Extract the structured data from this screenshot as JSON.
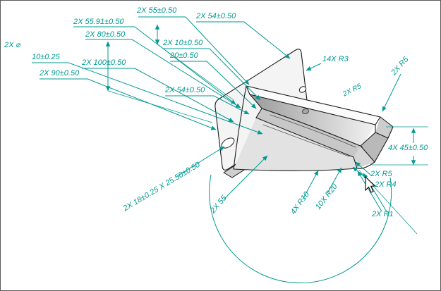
{
  "app": {
    "view_name": "cad-annotated-model-view"
  },
  "colors": {
    "annotation": "#009a90",
    "edge": "#1c1c1c"
  },
  "annotations": [
    {
      "id": "dim-55-top",
      "text": "2X 55±0.50"
    },
    {
      "id": "dim-54-top",
      "text": "2X 54±0.50"
    },
    {
      "id": "dim-5591",
      "text": "2X 55.91±0.50"
    },
    {
      "id": "dim-80",
      "text": "2X 80±0.50"
    },
    {
      "id": "dim-10-05",
      "text": "2X 10±0.50"
    },
    {
      "id": "dim-dia-prefix",
      "text": "2X ⌀"
    },
    {
      "id": "dim-dia-value",
      "text": "10±0.25"
    },
    {
      "id": "dim-20",
      "text": "20±0.50"
    },
    {
      "id": "dim-100",
      "text": "2X 100±0.50"
    },
    {
      "id": "dim-90",
      "text": "2X 90±0.50"
    },
    {
      "id": "dim-54-mid",
      "text": "2X 54±0.50"
    },
    {
      "id": "dim-14x-r3",
      "text": "14X R3"
    },
    {
      "id": "dim-2x-r5-top",
      "text": "2X R5"
    },
    {
      "id": "dim-2x-r5-inner",
      "text": "2X R5"
    },
    {
      "id": "dim-4x-45",
      "text": "4X 45±0.50"
    },
    {
      "id": "dim-2x-r5-right",
      "text": "2X R5"
    },
    {
      "id": "dim-2x-r4",
      "text": "2X R4"
    },
    {
      "id": "dim-2x-r1",
      "text": "2X R1"
    },
    {
      "id": "dim-4x-r10",
      "text": "4X R10"
    },
    {
      "id": "dim-10x-r20",
      "text": "10X R20"
    },
    {
      "id": "dim-2x-55-rot",
      "text": "2X 55"
    },
    {
      "id": "dim-slot",
      "text": "2X 18±0.25 X 25.50±0.50"
    }
  ]
}
